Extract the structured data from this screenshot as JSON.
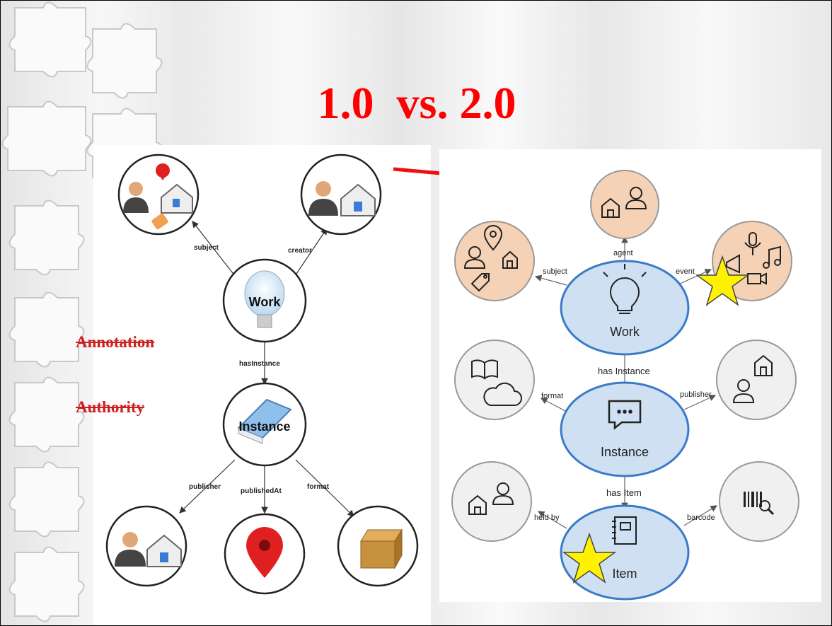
{
  "title": {
    "left": "1.0",
    "sep": "vs.",
    "right": "2.0"
  },
  "struck_labels": [
    "Annotation",
    "Authority"
  ],
  "colors": {
    "title": "#ff0000",
    "arrow": "#ee1111",
    "strike": "#cc2020",
    "bf2_blue": "#cfe0f2",
    "bf2_orange": "#f5d2b5",
    "star": "#fff200"
  },
  "bf1": {
    "nodes": {
      "work": "Work",
      "instance": "Instance"
    },
    "edges": {
      "subject": "subject",
      "creator": "creator",
      "hasInstance": "hasInstance",
      "publisher": "publisher",
      "publishedAt": "publishedAt",
      "format": "format"
    },
    "icons": [
      "person-icon",
      "house-icon",
      "map-pin-icon",
      "tag-icon",
      "lightbulb-icon",
      "book-icon",
      "box-icon"
    ]
  },
  "bf2": {
    "nodes": {
      "work": "Work",
      "instance": "Instance",
      "item": "Item"
    },
    "edges": {
      "agent": "agent",
      "subject": "subject",
      "event": "event",
      "hasInstance": "has Instance",
      "format": "format",
      "publisher": "publisher",
      "hasItem": "has Item",
      "heldBy": "held by",
      "barcode": "barcode"
    },
    "icons": [
      "lightbulb-icon",
      "chat-icon",
      "notebook-icon",
      "person-icon",
      "house-icon",
      "map-pin-icon",
      "tag-icon",
      "microphone-icon",
      "music-icon",
      "megaphone-icon",
      "video-icon",
      "book-icon",
      "cloud-icon",
      "barcode-icon",
      "star-icon"
    ]
  }
}
